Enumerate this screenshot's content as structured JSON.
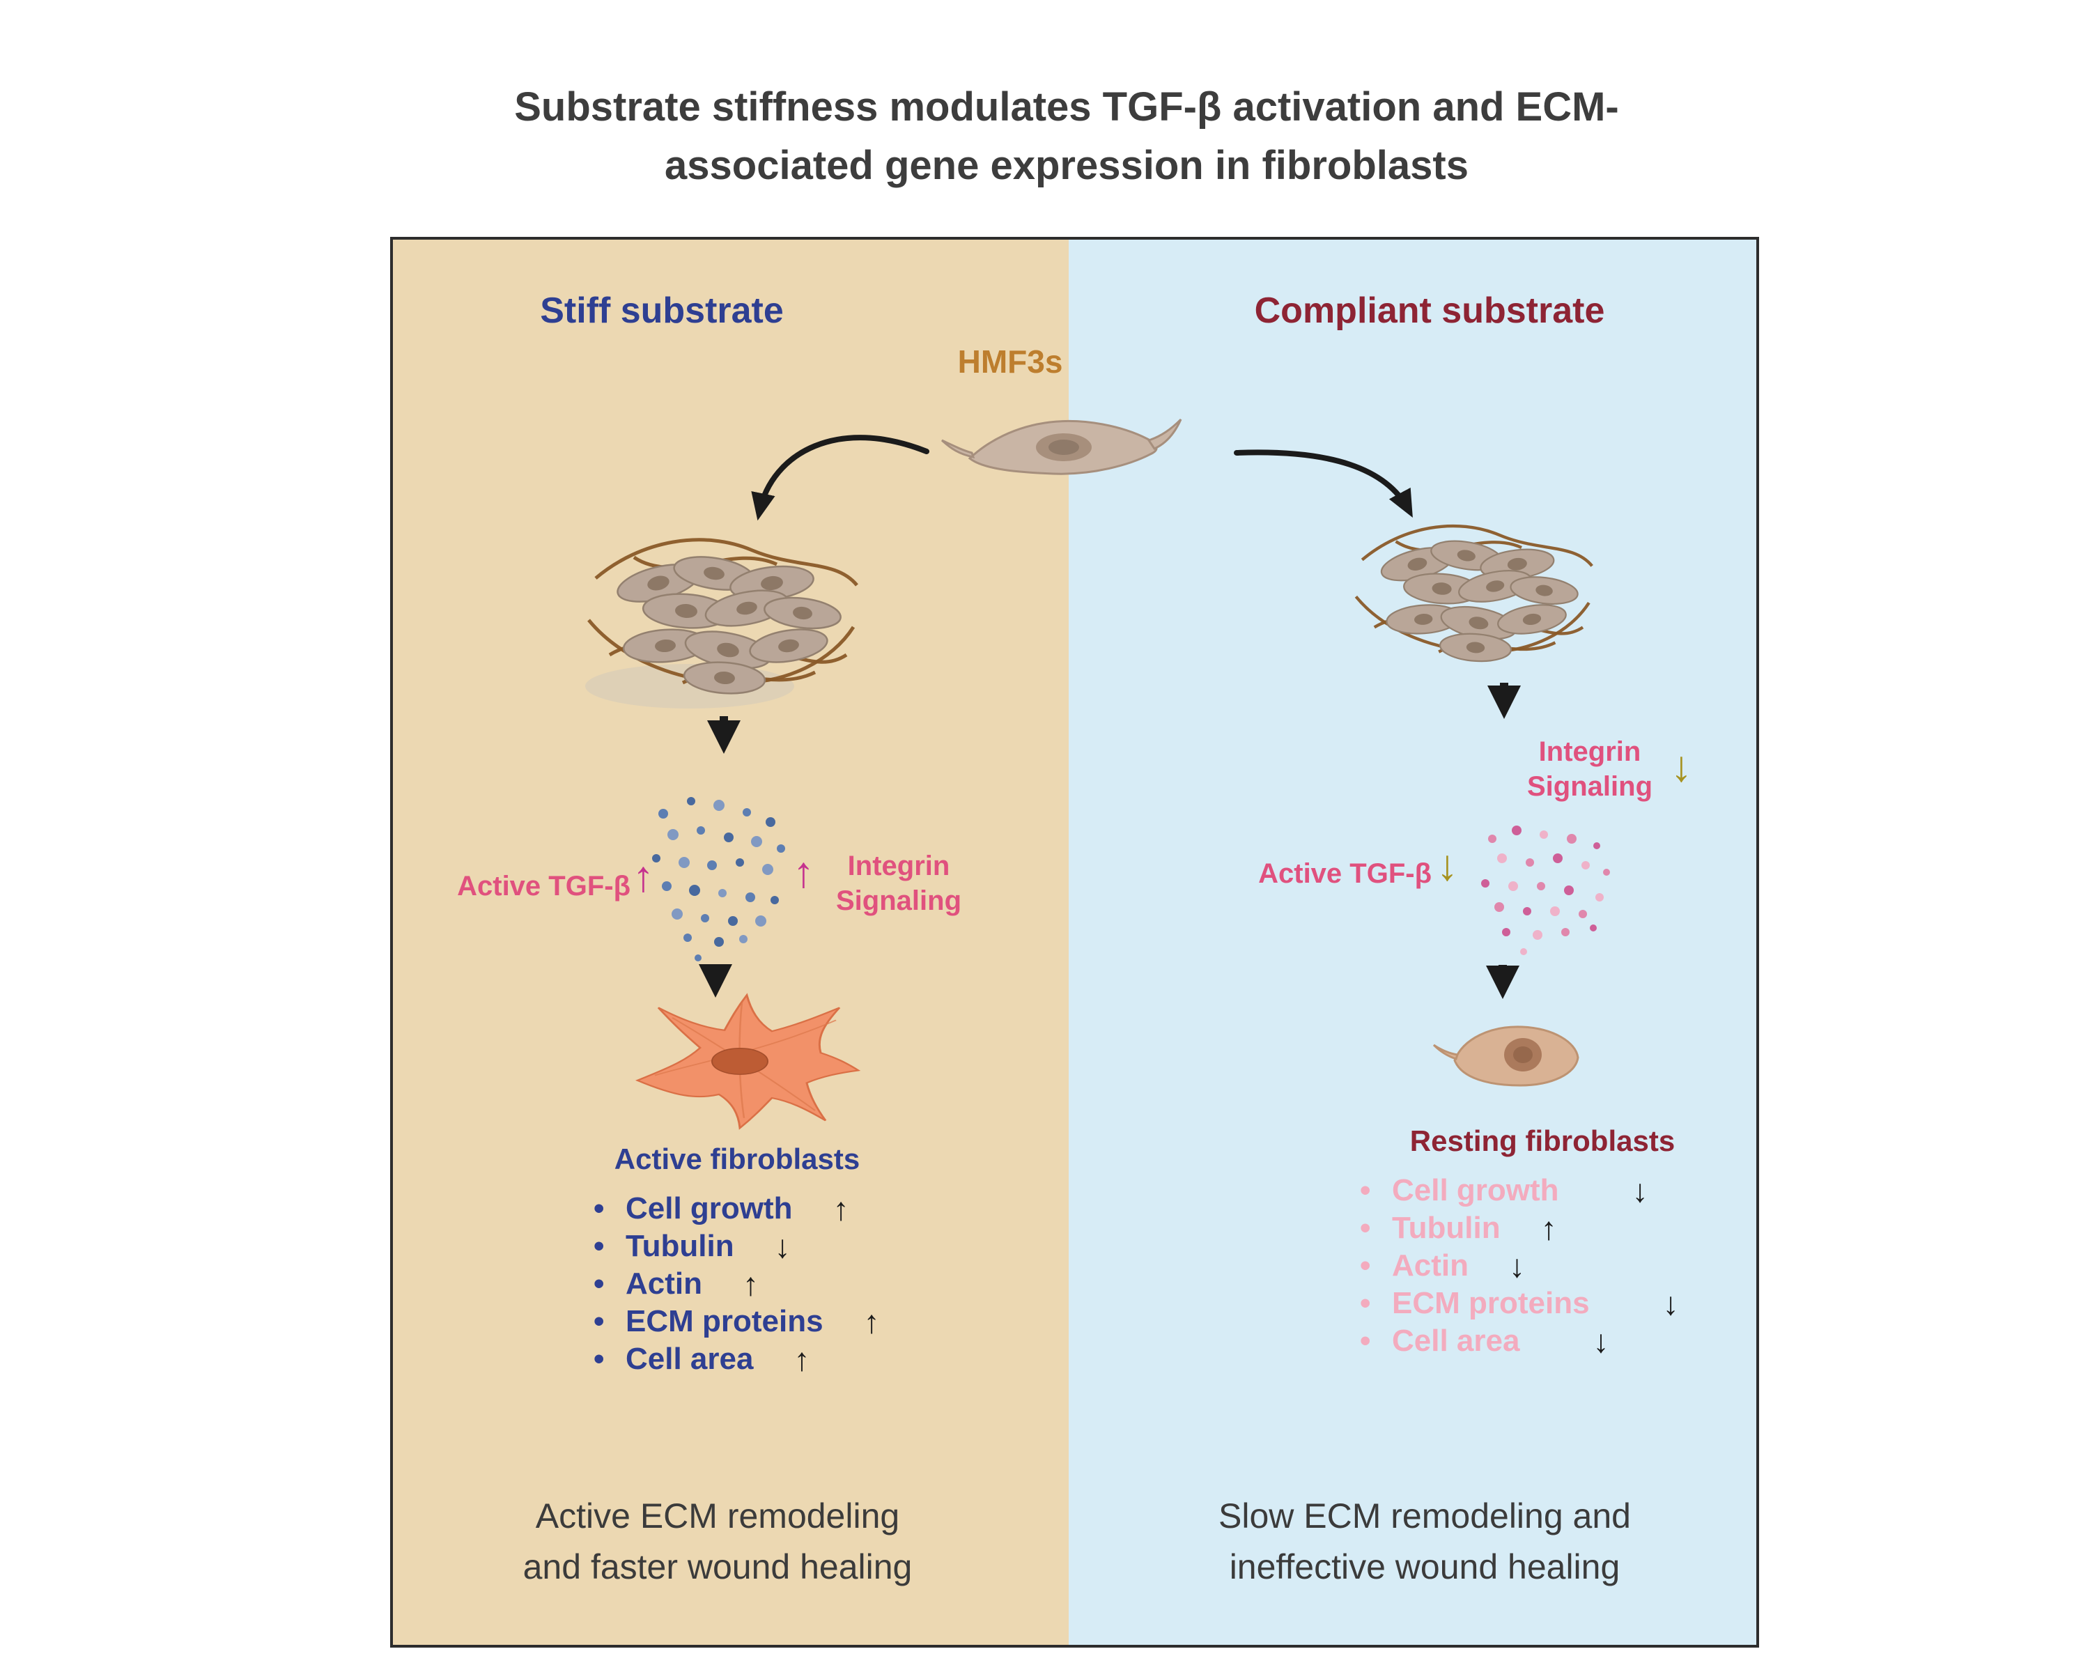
{
  "title": {
    "line1": "Substrate stiffness modulates TGF-β activation and ECM-",
    "line2": "associated gene expression in fibroblasts"
  },
  "hmf3s": {
    "label": "HMF3s"
  },
  "glyphs": {
    "bullet": "•"
  },
  "panels": {
    "stiff": {
      "header": "Stiff substrate",
      "tgf_label": "Active TGF-β",
      "tgf_arrow": "↑",
      "integrin_line1": "Integrin",
      "integrin_line2": "Signaling",
      "integrin_arrow": "↑",
      "cell_state_label": "Active fibroblasts",
      "bullets": [
        {
          "label": "Cell growth",
          "arrow": "↑"
        },
        {
          "label": "Tubulin",
          "arrow": "↓"
        },
        {
          "label": "Actin",
          "arrow": "↑"
        },
        {
          "label": "ECM proteins",
          "arrow": "↑"
        },
        {
          "label": "Cell area",
          "arrow": "↑"
        }
      ],
      "outcome_line1": "Active ECM remodeling",
      "outcome_line2": "and faster wound healing"
    },
    "compliant": {
      "header": "Compliant substrate",
      "integrin_line1": "Integrin",
      "integrin_line2": "Signaling",
      "integrin_arrow": "↓",
      "tgf_label": "Active TGF-β",
      "tgf_arrow": "↓",
      "cell_state_label": "Resting fibroblasts",
      "bullets": [
        {
          "label": "Cell growth",
          "arrow": "↓"
        },
        {
          "label": "Tubulin",
          "arrow": "↑"
        },
        {
          "label": "Actin",
          "arrow": "↓"
        },
        {
          "label": "ECM proteins",
          "arrow": "↓"
        },
        {
          "label": "Cell area",
          "arrow": "↓"
        }
      ],
      "outcome_line1": "Slow ECM remodeling and",
      "outcome_line2": "ineffective wound healing"
    }
  },
  "colors": {
    "page_bg": "#ffffff",
    "stiff_bg": "#ecd8b2",
    "compliant_bg": "#d7ecf6",
    "box_border": "#2d2d2d",
    "title_text": "#3d3d3d",
    "stiff_header": "#2e3f92",
    "compliant_header": "#8e2434",
    "hmf3s_label": "#bd7e2e",
    "pink_label": "#e0517e",
    "magenta_arrow": "#c5328e",
    "olive_arrow": "#a6921f",
    "stiff_list_text": "#2e3f92",
    "compliant_list_text": "#f3abbe",
    "black_arrow": "#1b1b1b",
    "outcome_text": "#3b3b3b"
  }
}
